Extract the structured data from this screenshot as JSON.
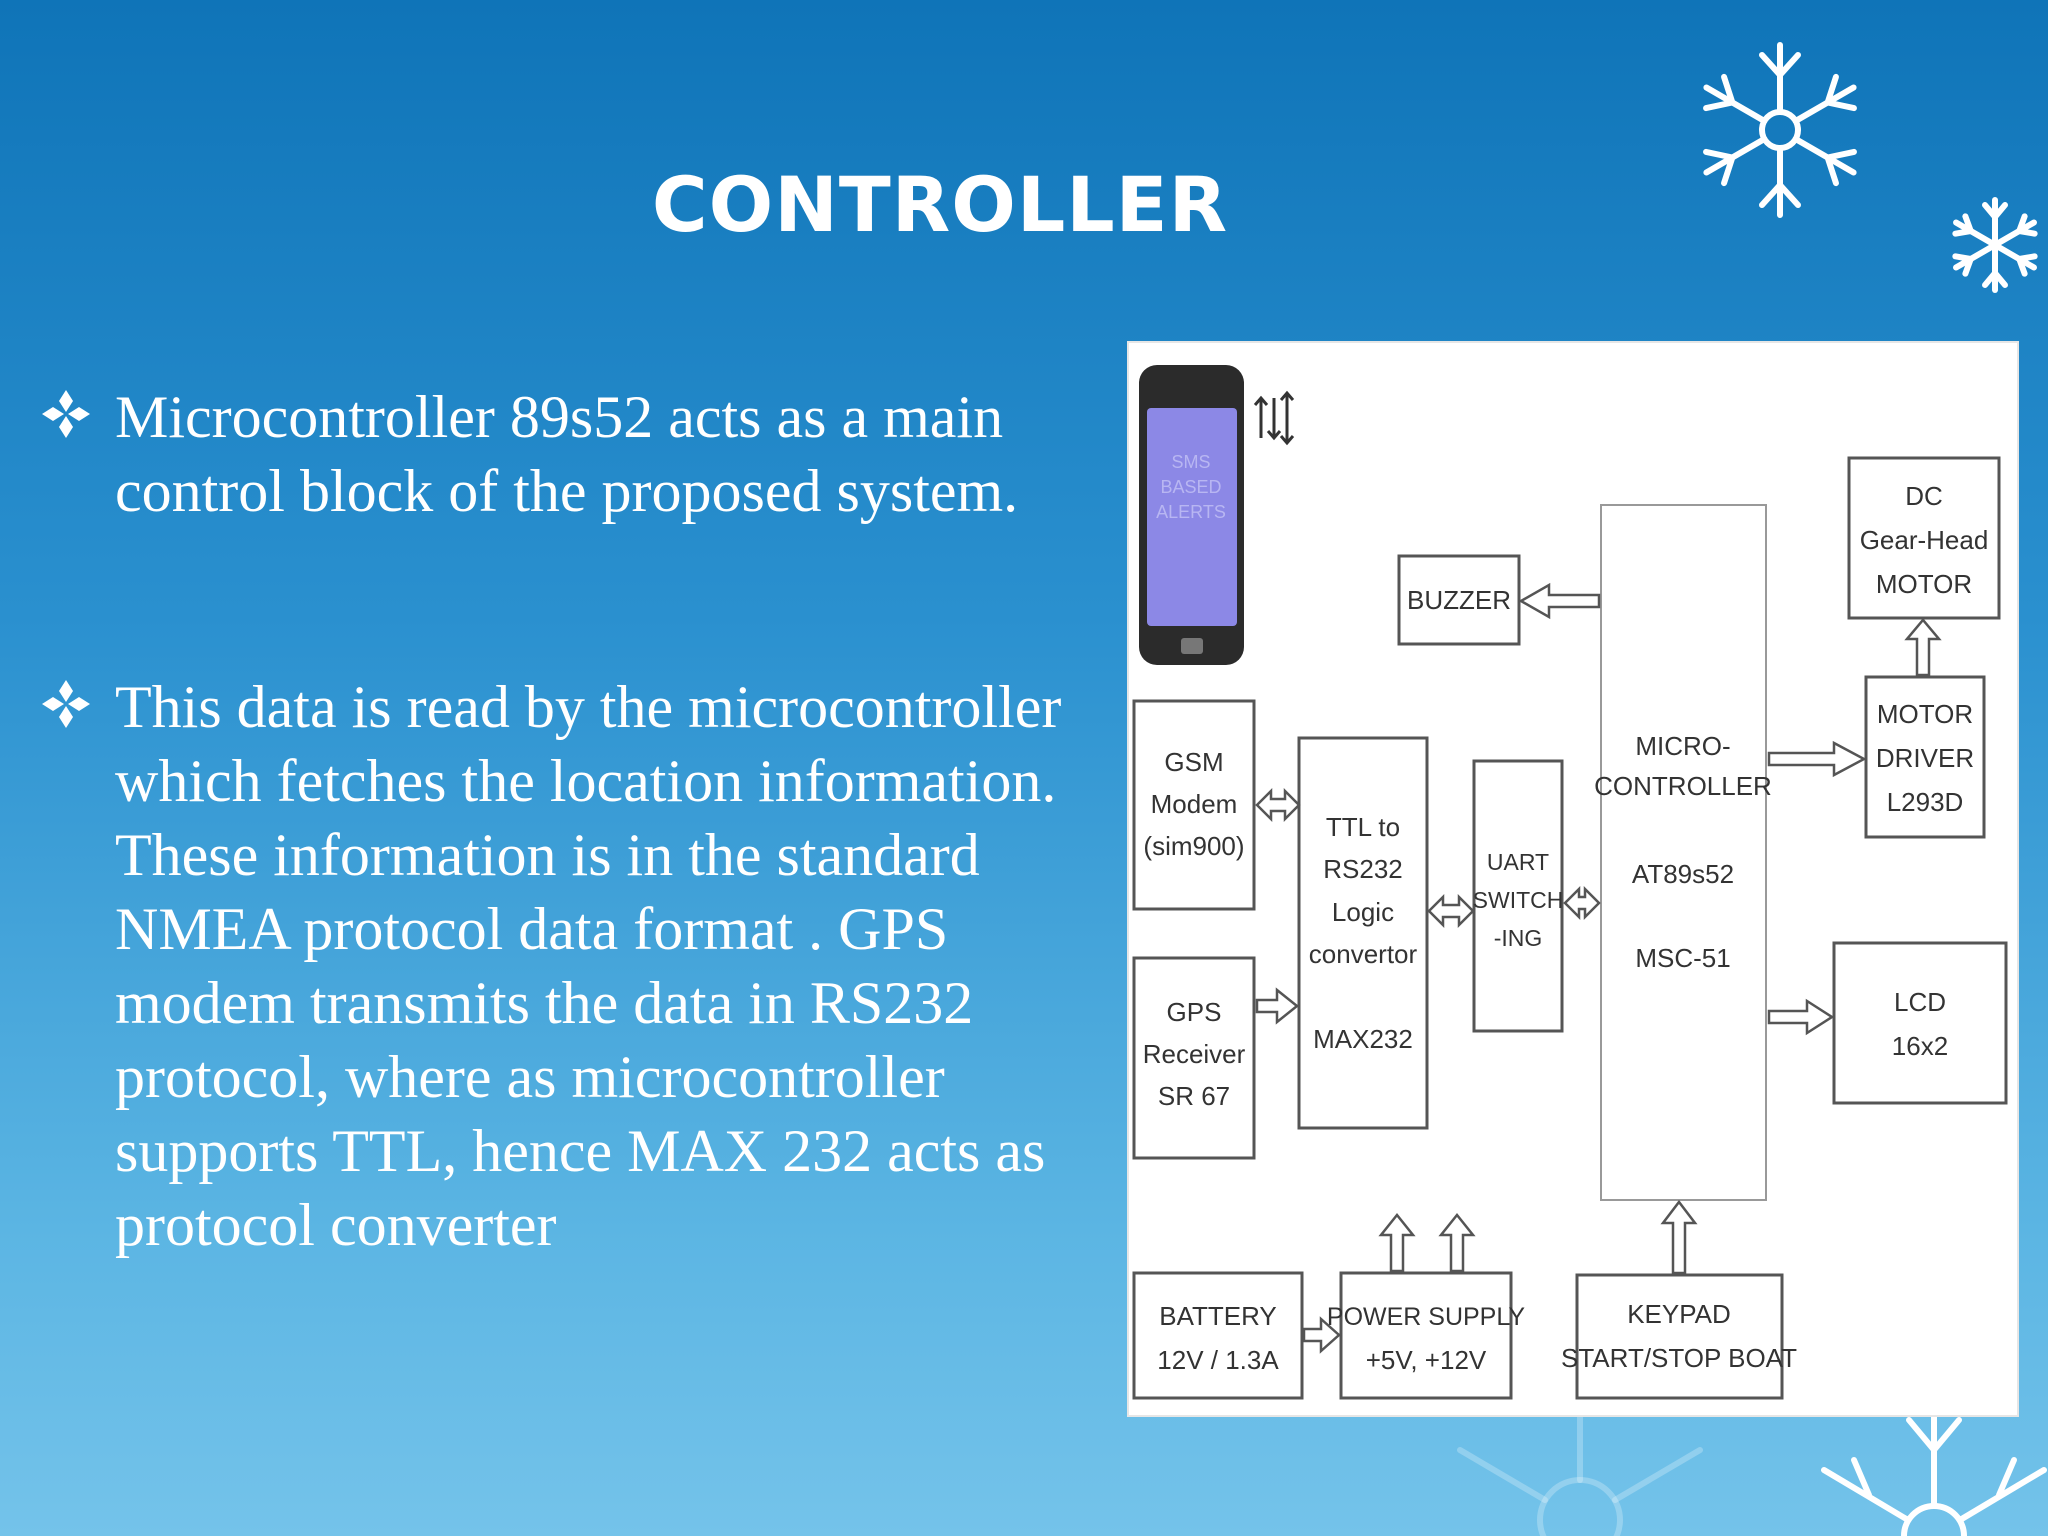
{
  "slide": {
    "title": "CONTROLLER",
    "bullets": [
      "Microcontroller 89s52 acts as a main control block of the proposed system.",
      "This data is read by the microcontroller  which fetches the location information. These information is in the standard NMEA protocol data format . GPS modem transmits the data in RS232  protocol, where as microcontroller supports TTL, hence MAX 232 acts as protocol converter"
    ]
  },
  "diagram": {
    "phone": {
      "screen_lines": [
        "SMS",
        "BASED",
        "ALERTS"
      ]
    },
    "gsm": {
      "lines": [
        "GSM",
        "Modem",
        "(sim900)"
      ]
    },
    "gps": {
      "lines": [
        "GPS",
        "Receiver",
        "SR 67"
      ]
    },
    "ttl": {
      "lines": [
        "TTL to",
        "RS232",
        "Logic",
        "convertor",
        "MAX232"
      ]
    },
    "uart": {
      "lines": [
        "UART",
        "SWITCH",
        "-ING"
      ]
    },
    "buzzer": {
      "label": "BUZZER"
    },
    "micro": {
      "lines": [
        "MICRO-",
        "CONTROLLER",
        "AT89s52",
        "MSC-51"
      ]
    },
    "dc_motor": {
      "lines": [
        "DC",
        "Gear-Head",
        "MOTOR"
      ]
    },
    "motor_driver": {
      "lines": [
        "MOTOR",
        "DRIVER",
        "L293D"
      ]
    },
    "lcd": {
      "lines": [
        "LCD",
        "16x2"
      ]
    },
    "battery": {
      "lines": [
        "BATTERY",
        "12V / 1.3A"
      ]
    },
    "power": {
      "lines": [
        "POWER SUPPLY",
        "+5V, +12V"
      ]
    },
    "keypad": {
      "lines": [
        "KEYPAD",
        "START/STOP BOAT"
      ]
    }
  },
  "colors": {
    "phone_screen": "#8c88e6",
    "phone_body": "#2b2b2b",
    "text_white": "#ffffff"
  }
}
